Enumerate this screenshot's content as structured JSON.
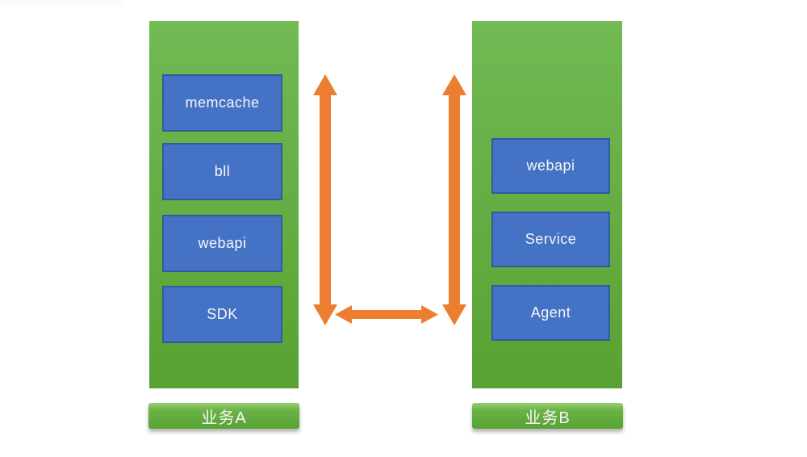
{
  "page": {
    "background": "#ffffff"
  },
  "diagram": {
    "colors": {
      "page_background": "#ffffff",
      "panel_gradient_top": "#71ba54",
      "panel_gradient_bottom": "#58a233",
      "box_fill": "#4472c4",
      "box_border": "#335a9e",
      "label_gradient_top": "#9ccd77",
      "label_gradient_mid": "#6ab445",
      "label_gradient_bottom": "#58a233",
      "arrow_color": "#ed7d31",
      "text_color": "#f5f6f8"
    },
    "group_a": {
      "label": "业务A",
      "boxes": [
        "memcache",
        "bll",
        "webapi",
        "SDK"
      ]
    },
    "group_b": {
      "label": "业务B",
      "boxes": [
        "webapi",
        "Service",
        "Agent"
      ]
    },
    "arrows": [
      {
        "id": "vertical-left",
        "type": "vertical-double-headed"
      },
      {
        "id": "vertical-right",
        "type": "vertical-double-headed"
      },
      {
        "id": "horizontal",
        "type": "horizontal-double-headed"
      }
    ]
  }
}
